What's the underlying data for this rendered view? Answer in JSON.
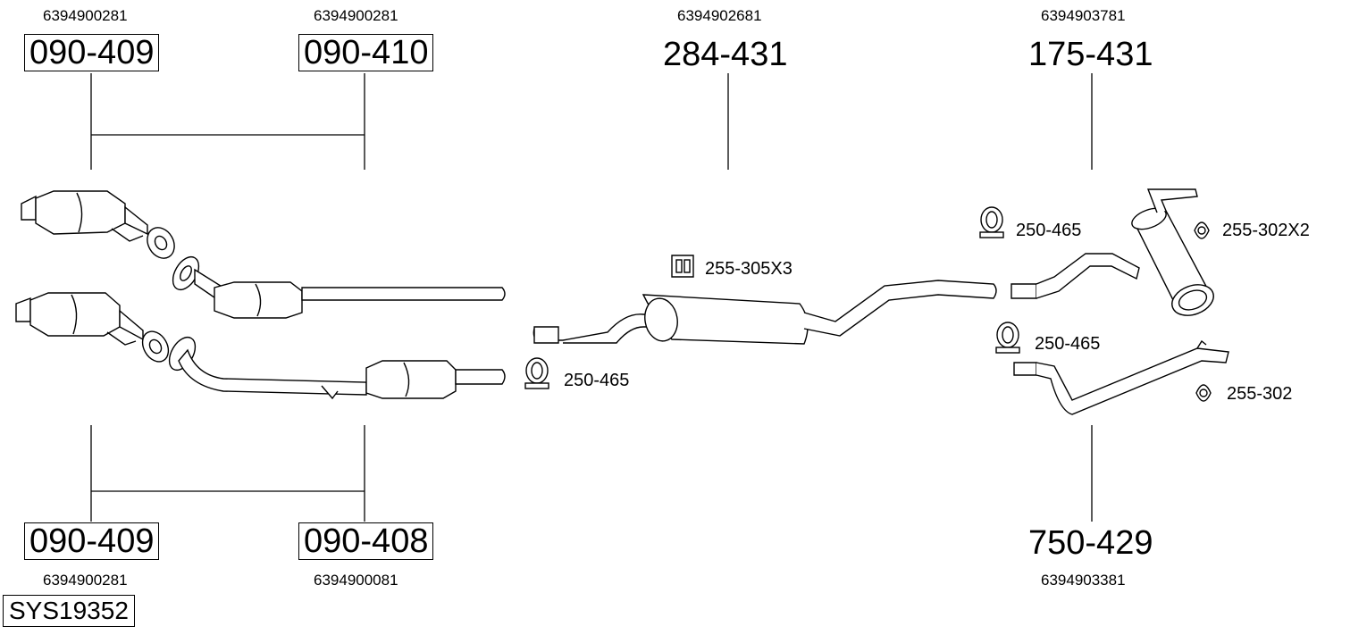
{
  "system_id": "SYS19352",
  "parts": {
    "p1": {
      "code": "090-409",
      "oem": "6394900281"
    },
    "p2": {
      "code": "090-410",
      "oem": "6394900281"
    },
    "p3": {
      "code": "284-431",
      "oem": "6394902681"
    },
    "p4": {
      "code": "175-431",
      "oem": "6394903781"
    },
    "p5": {
      "code": "090-409",
      "oem": "6394900281"
    },
    "p6": {
      "code": "090-408",
      "oem": "6394900081"
    },
    "p7": {
      "code": "750-429",
      "oem": "6394903381"
    }
  },
  "accessories": {
    "a1": "255-305X3",
    "a2": "250-465",
    "a3": "250-465",
    "a4": "255-302X2",
    "a5": "250-465",
    "a6": "255-302"
  }
}
